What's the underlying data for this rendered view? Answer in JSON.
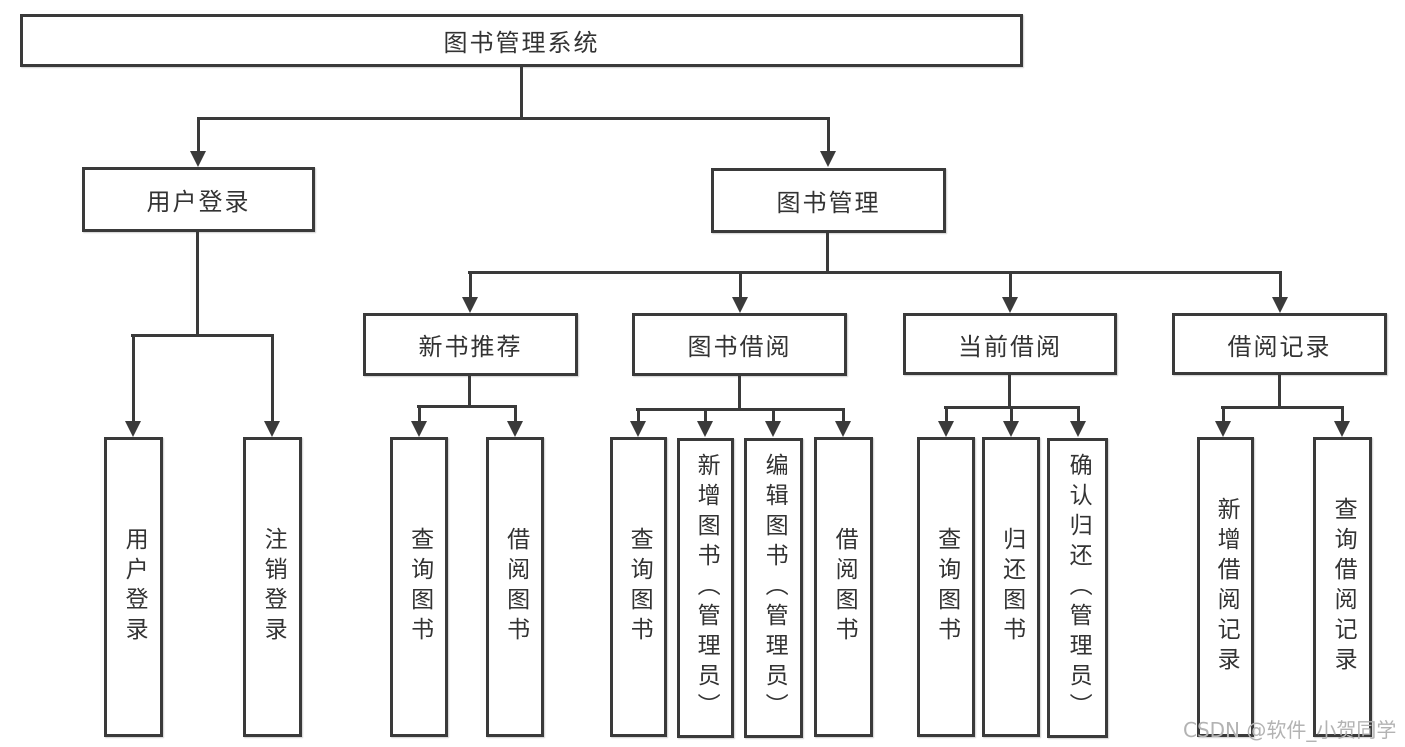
{
  "diagram": {
    "root": {
      "label": "图书管理系统"
    },
    "level2": [
      {
        "id": "user-login",
        "label": "用户登录"
      },
      {
        "id": "book-management",
        "label": "图书管理"
      }
    ],
    "level3": [
      {
        "id": "new-book-recommend",
        "label": "新书推荐",
        "parent": "图书管理"
      },
      {
        "id": "book-borrow",
        "label": "图书借阅",
        "parent": "图书管理"
      },
      {
        "id": "current-borrow",
        "label": "当前借阅",
        "parent": "图书管理"
      },
      {
        "id": "borrow-record",
        "label": "借阅记录",
        "parent": "图书管理"
      }
    ],
    "leaves": [
      {
        "id": "user-login-leaf",
        "label": "用户登录",
        "parent": "用户登录"
      },
      {
        "id": "logout",
        "label": "注销登录",
        "parent": "用户登录"
      },
      {
        "id": "query-books-recommend",
        "label": "查询图书",
        "parent": "新书推荐"
      },
      {
        "id": "borrow-books-recommend",
        "label": "借阅图书",
        "parent": "新书推荐"
      },
      {
        "id": "query-books-borrow",
        "label": "查询图书",
        "parent": "图书借阅"
      },
      {
        "id": "add-books-admin",
        "label": "新增图书（管理员）",
        "parent": "图书借阅"
      },
      {
        "id": "edit-books-admin",
        "label": "编辑图书（管理员）",
        "parent": "图书借阅"
      },
      {
        "id": "borrow-books",
        "label": "借阅图书",
        "parent": "图书借阅"
      },
      {
        "id": "query-books-current",
        "label": "查询图书",
        "parent": "当前借阅"
      },
      {
        "id": "return-books",
        "label": "归还图书",
        "parent": "当前借阅"
      },
      {
        "id": "confirm-return-admin",
        "label": "确认归还（管理员）",
        "parent": "当前借阅"
      },
      {
        "id": "add-borrow-record",
        "label": "新增借阅记录",
        "parent": "借阅记录"
      },
      {
        "id": "query-borrow-record",
        "label": "查询借阅记录",
        "parent": "借阅记录"
      }
    ]
  },
  "watermark": {
    "text": "CSDN @软件_小贺同学"
  },
  "colors": {
    "line": "#3a3a3a",
    "text": "#333333",
    "background": "#ffffff",
    "watermark": "#b3b3b3"
  }
}
